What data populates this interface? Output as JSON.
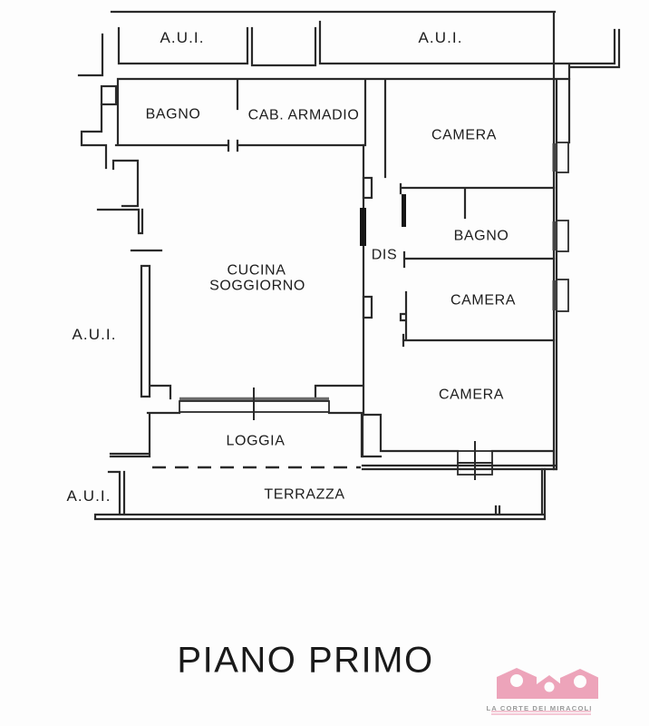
{
  "plan": {
    "title": "PIANO PRIMO",
    "labels": {
      "aui_top_left": "A.U.I.",
      "aui_top_right": "A.U.I.",
      "aui_left": "A.U.I.",
      "aui_bottom": "A.U.I.",
      "bagno_1": "BAGNO",
      "cab_armadio": "CAB. ARMADIO",
      "camera_1": "CAMERA",
      "bagno_2": "BAGNO",
      "dis": "DIS",
      "camera_2": "CAMERA",
      "camera_3": "CAMERA",
      "cucina_line1": "CUCINA",
      "cucina_line2": "SOGGIORNO",
      "loggia": "LOGGIA",
      "terrazza": "TERRAZZA"
    }
  },
  "logo": {
    "agency_name": "LA CORTE DEI MIRACOLI"
  },
  "colors": {
    "wall_line": "#2a2a2a",
    "window_glass": "#6b6b6b",
    "door_fill": "#161616",
    "logo_pink": "#eda4ba",
    "logo_text": "#9a9a9a"
  }
}
